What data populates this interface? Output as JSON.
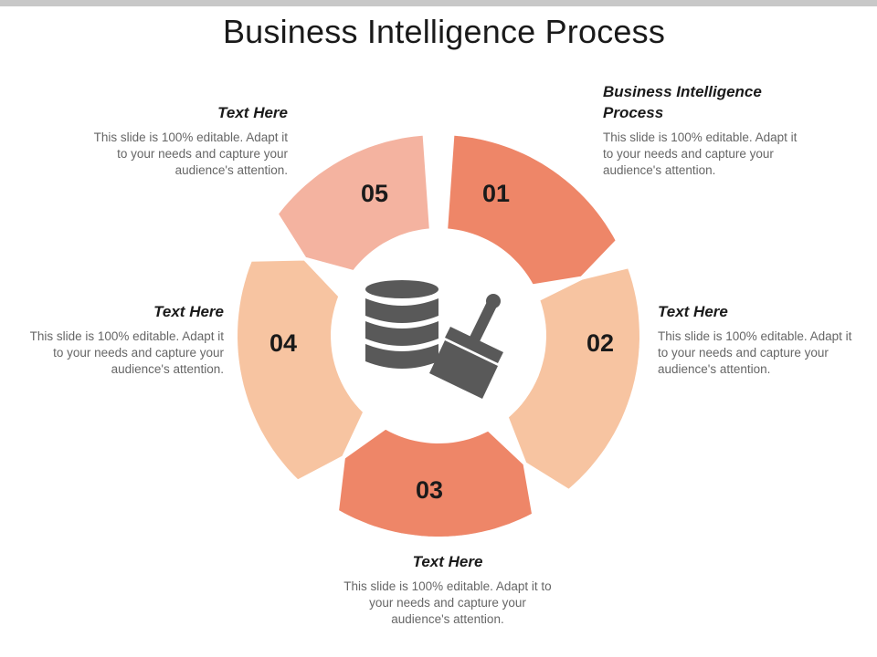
{
  "title": "Business Intelligence Process",
  "colors": {
    "segment_01": "#ee8668",
    "segment_02": "#f7c4a1",
    "segment_03": "#ee8668",
    "segment_04": "#f7c4a1",
    "segment_05": "#f4b3a0",
    "icon": "#595959",
    "top_bar": "#c8c8c8"
  },
  "segments": [
    {
      "number": "01"
    },
    {
      "number": "02"
    },
    {
      "number": "03"
    },
    {
      "number": "04"
    },
    {
      "number": "05"
    }
  ],
  "center_icons": [
    "database-icon",
    "paint-brush-icon"
  ],
  "blocks": [
    {
      "heading": "Business Intelligence Process",
      "body": "This slide is 100% editable. Adapt it to your needs and capture your audience's attention."
    },
    {
      "heading": "Text Here",
      "body": "This slide is 100% editable. Adapt it to your needs and capture your audience's attention."
    },
    {
      "heading": "Text Here",
      "body": "This slide is 100% editable. Adapt it to your needs and capture your audience's attention."
    },
    {
      "heading": "Text Here",
      "body": "This slide is 100% editable. Adapt it to your needs and capture your audience's attention."
    },
    {
      "heading": "Text Here",
      "body": "This slide is 100% editable. Adapt it to your needs and capture your audience's attention."
    }
  ]
}
